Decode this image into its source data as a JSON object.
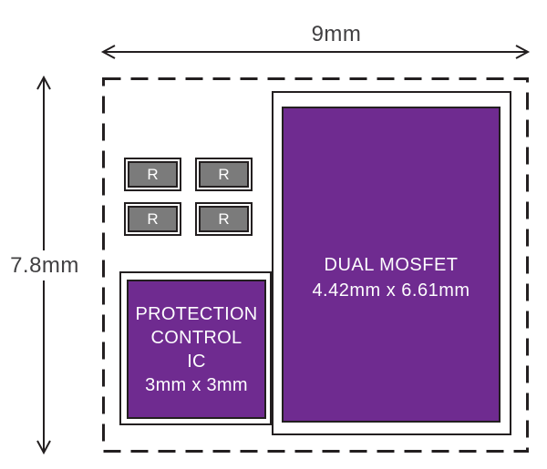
{
  "dimensions": {
    "width_label": "9mm",
    "height_label": "7.8mm"
  },
  "components": {
    "mosfet": {
      "name": "DUAL MOSFET",
      "size": "4.42mm x 6.61mm"
    },
    "protection_ic": {
      "line1": "PROTECTION",
      "line2": "CONTROL",
      "line3": "IC",
      "line4": "3mm x 3mm"
    },
    "resistors": [
      {
        "label": "R"
      },
      {
        "label": "R"
      },
      {
        "label": "R"
      },
      {
        "label": "R"
      }
    ]
  },
  "colors": {
    "component_purple": "#6f2b90",
    "resistor_gray": "#7b7b7b",
    "outline_dark": "#231f20",
    "dimension_text": "#414042"
  }
}
